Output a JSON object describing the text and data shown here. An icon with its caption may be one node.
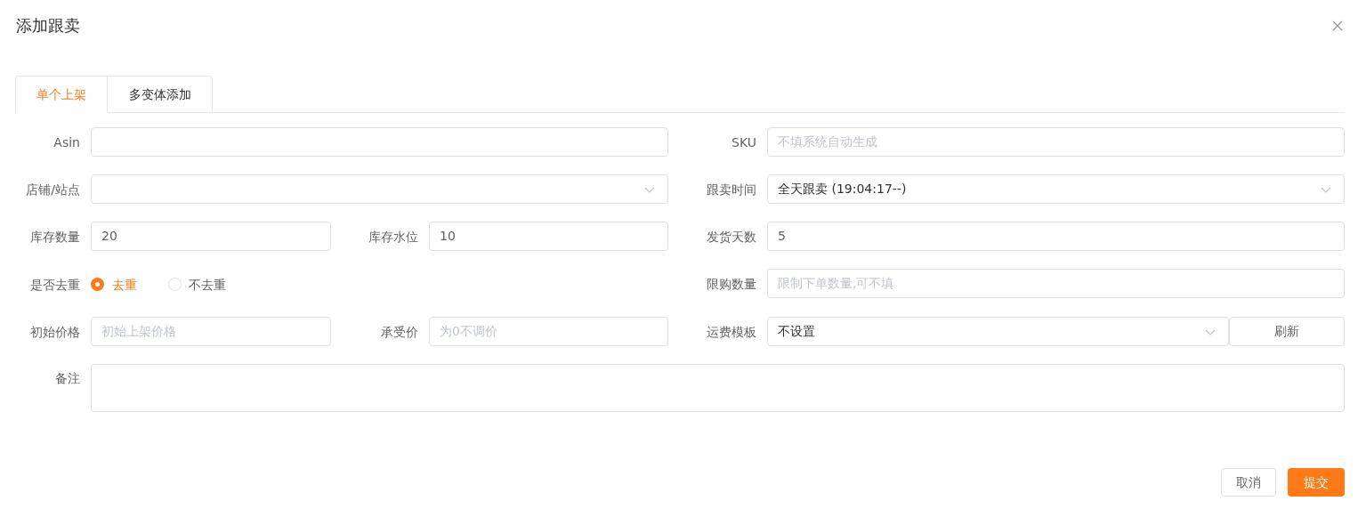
{
  "diagram": {
    "title": "添加跟卖",
    "nodes": [
      {
        "text": [
          "单个上架"
        ]
      },
      {
        "text": [
          "多变体添加"
        ]
      },
      {
        "text": [],
        "shape": "box",
        "beside": [
          "Asin"
        ]
      },
      {
        "text": [
          "不填系统自动生成"
        ],
        "beside": [
          "SKU"
        ]
      },
      {
        "text": [],
        "shape": "box",
        "beside": [
          "店铺/站点"
        ]
      },
      {
        "text": [
          "全天跟卖 (19:04:17--)"
        ],
        "beside": [
          "跟卖时间"
        ]
      },
      {
        "text": [
          "20"
        ],
        "beside": [
          "库存数量"
        ]
      },
      {
        "text": [
          "10"
        ],
        "beside": [
          "库存水位"
        ]
      },
      {
        "text": [
          "5"
        ],
        "beside": [
          "发货天数"
        ]
      },
      {
        "text": [
          "限制下单数量,可不填"
        ],
        "beside": [
          "限购数量"
        ]
      },
      {
        "text": [
          "初始上架价格"
        ],
        "beside": [
          "初始价格"
        ]
      },
      {
        "text": [
          "为0不调价"
        ],
        "beside": [
          "承受价"
        ]
      },
      {
        "text": [
          "不设置"
        ],
        "beside": [
          "运费模板"
        ]
      },
      {
        "text": [
          "刷新"
        ]
      },
      {
        "text": [],
        "shape": "box",
        "beside": [
          "备注"
        ]
      },
      {
        "text": [
          "取消"
        ]
      },
      {
        "text": [
          "提交"
        ]
      }
    ],
    "labels": [
      "是否去重",
      "去重",
      "不去重"
    ]
  }
}
